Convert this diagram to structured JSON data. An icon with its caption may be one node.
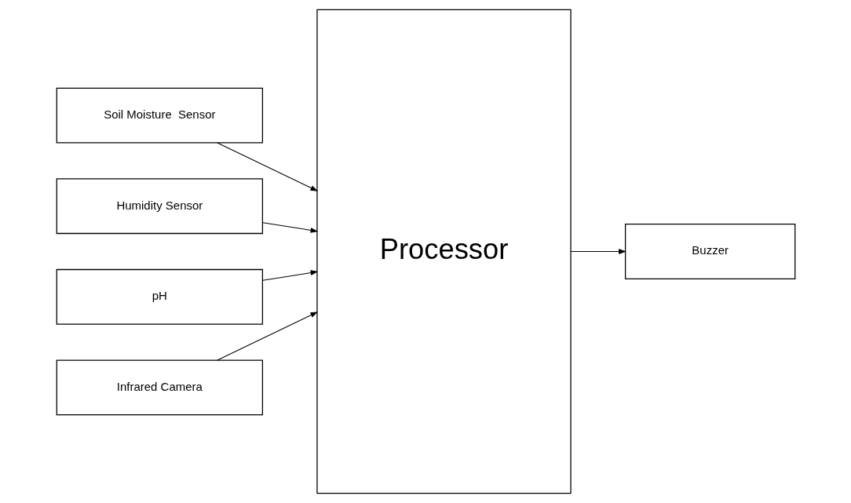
{
  "diagram": {
    "nodes": [
      {
        "text": [
          "Soil Moisture  Sensor"
        ]
      },
      {
        "text": [
          "Humidity Sensor"
        ]
      },
      {
        "text": [
          "pH"
        ]
      },
      {
        "text": [
          "Infrared Camera"
        ]
      },
      {
        "text": [
          "Processor"
        ]
      },
      {
        "text": [
          "Buzzer"
        ]
      }
    ],
    "edges": [
      {
        "from": 0,
        "to": 4,
        "arrow": "to"
      },
      {
        "from": 1,
        "to": 4,
        "arrow": "to"
      },
      {
        "from": 2,
        "to": 4,
        "arrow": "to"
      },
      {
        "from": 3,
        "to": 4,
        "arrow": "to"
      },
      {
        "from": 4,
        "to": 5,
        "arrow": "to"
      }
    ]
  }
}
